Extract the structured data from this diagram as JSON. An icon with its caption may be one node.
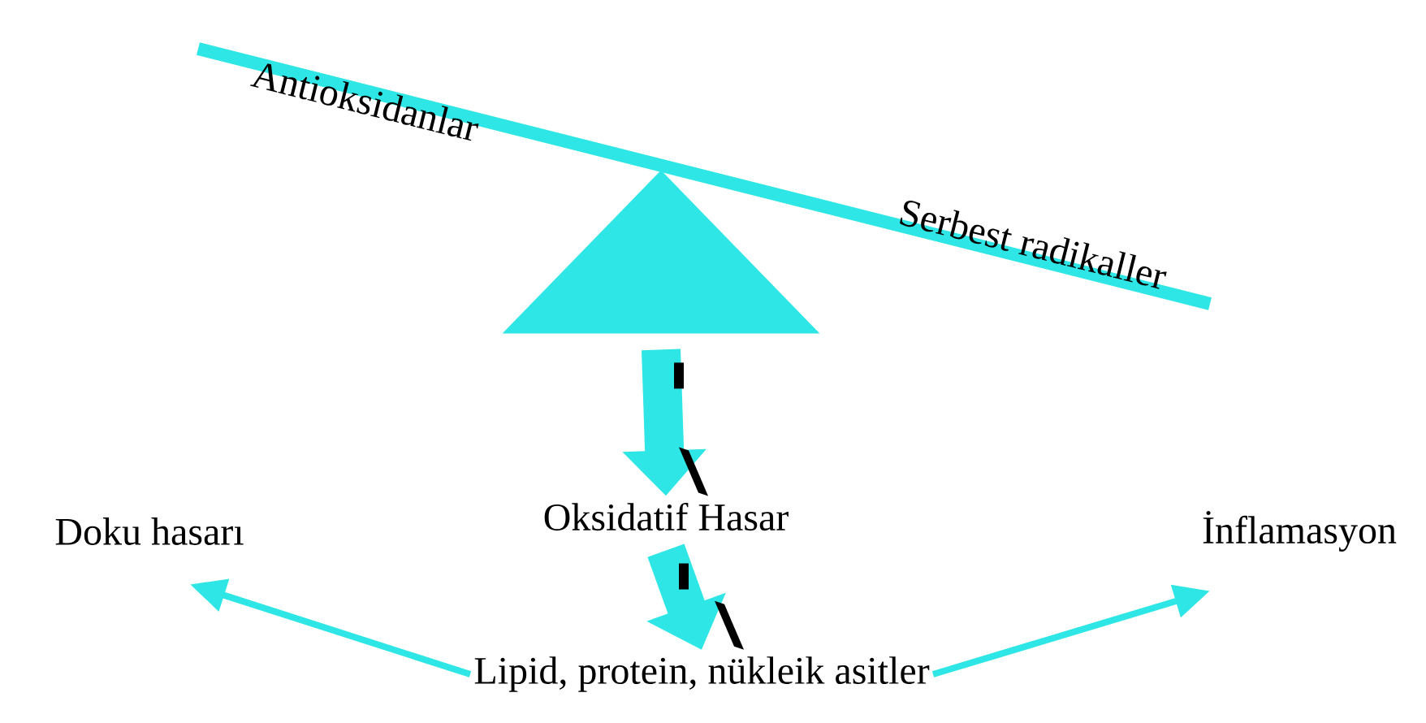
{
  "diagram": {
    "nodes": [
      {
        "text": [],
        "shape": "triangle"
      },
      {
        "text": [
          "Oksidatif Hasar"
        ]
      },
      {
        "text": [
          "Lipid, protein, nükleik asitler"
        ]
      },
      {
        "text": [
          "Doku hasarı"
        ]
      },
      {
        "text": [
          "İnflamasyon"
        ]
      }
    ],
    "edges": [
      {
        "from": 0,
        "to": 1,
        "arrow": "to",
        "style": "thick"
      },
      {
        "from": 1,
        "to": 2,
        "arrow": "to",
        "style": "thick"
      },
      {
        "from": 2,
        "to": 3,
        "arrow": "to"
      },
      {
        "from": 2,
        "to": 4,
        "arrow": "to"
      }
    ],
    "labels": [
      "Antioksidanlar",
      "Serbest radikaller"
    ]
  }
}
